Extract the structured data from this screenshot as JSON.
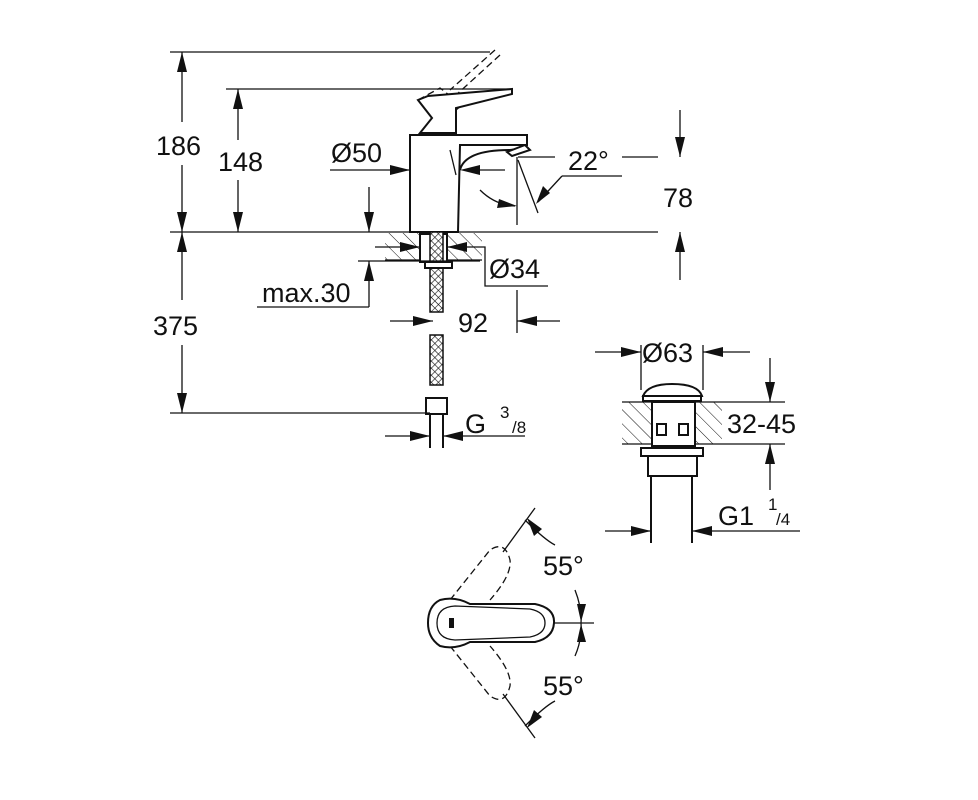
{
  "drawing": {
    "dimensions": {
      "total_height": "186",
      "spout_height": "148",
      "body_diameter": "Ø50",
      "spout_angle": "22°",
      "spout_clearance": "78",
      "shank_diameter": "Ø34",
      "max_counter_thickness": "max.30",
      "spout_reach": "92",
      "hose_length": "375",
      "hose_thread": {
        "main": "G",
        "sup": "3",
        "sub": "/8"
      },
      "waste_diameter": "Ø63",
      "waste_counter_thickness": "32-45",
      "waste_thread": {
        "main": "G1",
        "sup": "1",
        "sub": "/4"
      },
      "lever_rotation_up": "55°",
      "lever_rotation_down": "55°"
    }
  }
}
